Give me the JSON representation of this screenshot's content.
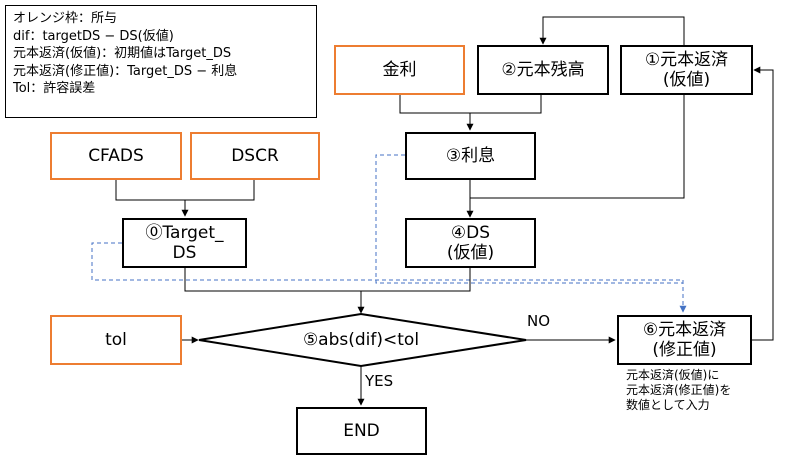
{
  "legend": {
    "lines": [
      "オレンジ枠：所与",
      "dif：targetDS − DS(仮値)",
      "元本返済(仮値)：初期値はTarget_DS",
      "元本返済(修正値)：Target_DS − 利息",
      "Tol：許容誤差"
    ]
  },
  "nodes": {
    "kinri": "金利",
    "gankin_zandaka": "②元本残高",
    "gankin_hensai_kari": "①元本返済\n(仮値)",
    "cfads": "CFADS",
    "dscr": "DSCR",
    "risoku": "③利息",
    "target_ds": "⓪Target_\nDS",
    "ds_kari": "④DS\n(仮値)",
    "tol": "tol",
    "condition": "⑤abs(dif)<tol",
    "gankin_hensai_shusei": "⑥元本返済\n(修正値)",
    "end": "END"
  },
  "edge_labels": {
    "no": "NO",
    "yes": "YES"
  },
  "note": "元本返済(仮値)に\n元本返済(修正値)を\n数値として入力",
  "colors": {
    "given_border": "#ED7D31",
    "dashed_line": "#4472C4",
    "line": "#000000"
  }
}
